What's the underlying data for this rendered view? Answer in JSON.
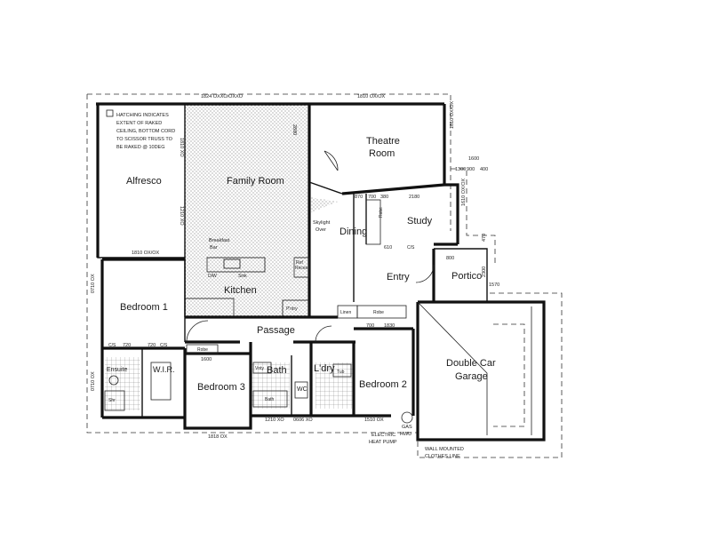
{
  "rooms": {
    "alfresco": "Alfresco",
    "family_room": "Family Room",
    "theatre_line1": "Theatre",
    "theatre_line2": "Room",
    "study": "Study",
    "dining": "Dining",
    "kitchen": "Kitchen",
    "bedroom1": "Bedroom 1",
    "passage": "Passage",
    "entry": "Entry",
    "portico": "Portico",
    "wir": "W.I.R.",
    "bedroom3": "Bedroom 3",
    "bath": "Bath",
    "lndry": "L'dry",
    "bedroom2": "Bedroom 2",
    "garage_line1": "Double Car",
    "garage_line2": "Garage",
    "ensuite": "Ensuite",
    "wc": "WC"
  },
  "notes": {
    "hatching_1": "HATCHING INDICATES",
    "hatching_2": "EXTENT OF RAKED",
    "hatching_3": "CEILING, BOTTOM CORD",
    "hatching_4": "TO SCISSOR TRUSS TO",
    "hatching_5": "BE RAKED @ 10DEG",
    "skylight_1": "Skylight",
    "skylight_2": "Over",
    "breakfast_1": "Breakfast",
    "breakfast_2": "Bar",
    "electric_1": "ELECTRIC",
    "electric_2": "HEAT PUMP",
    "wall_1": "WALL MOUNTED",
    "wall_2": "CLOTHES LINE",
    "gas": "GAS",
    "hwu": "HWU"
  },
  "labels": {
    "robe_study": "Robe",
    "robe_passage": "Robe",
    "robe_bed3": "Robe",
    "linen": "Linen",
    "ref_recess_1": "Ref",
    "ref_recess_2": "Recess",
    "pntry": "P'ntry",
    "bath_inner": "Bath",
    "vnty": "Vnty",
    "tub": "Tub",
    "shr": "Shr",
    "dw": "D/W",
    "sink": "Sink",
    "cs1": "C/S",
    "cs2": "C/S",
    "cs3": "C/S"
  },
  "dimensions": {
    "top_family": "1824 OXXO/OXXO",
    "top_theatre": "1810 OX/OX",
    "theatre_right": "1810 OX/OX",
    "study_right": "1610 OX/OX",
    "family_left_1": "1810 XO",
    "family_left_2": "1210 XO",
    "family_right": "2880",
    "alfresco_bottom": "1810 OX/OX",
    "bed1_left": "0710 OX",
    "ensuite_left": "0710 OX",
    "bed3_bottom": "1818 OX",
    "bath_bottom": "1210 XO",
    "wc_bottom": "0606 XO",
    "bed2_bottom": "1510 OX",
    "d1600": "1600",
    "d900": "900",
    "d400": "400",
    "d1300": "1300",
    "d870": "870",
    "d700": "700",
    "d380": "380",
    "d2180": "2180",
    "d800": "800",
    "d2300": "2300",
    "d470": "470",
    "d1570": "1570",
    "d1830": "1830",
    "d1600b": "1600",
    "d720": "720",
    "d700b": "700",
    "d610": "610",
    "d720b": "720"
  }
}
